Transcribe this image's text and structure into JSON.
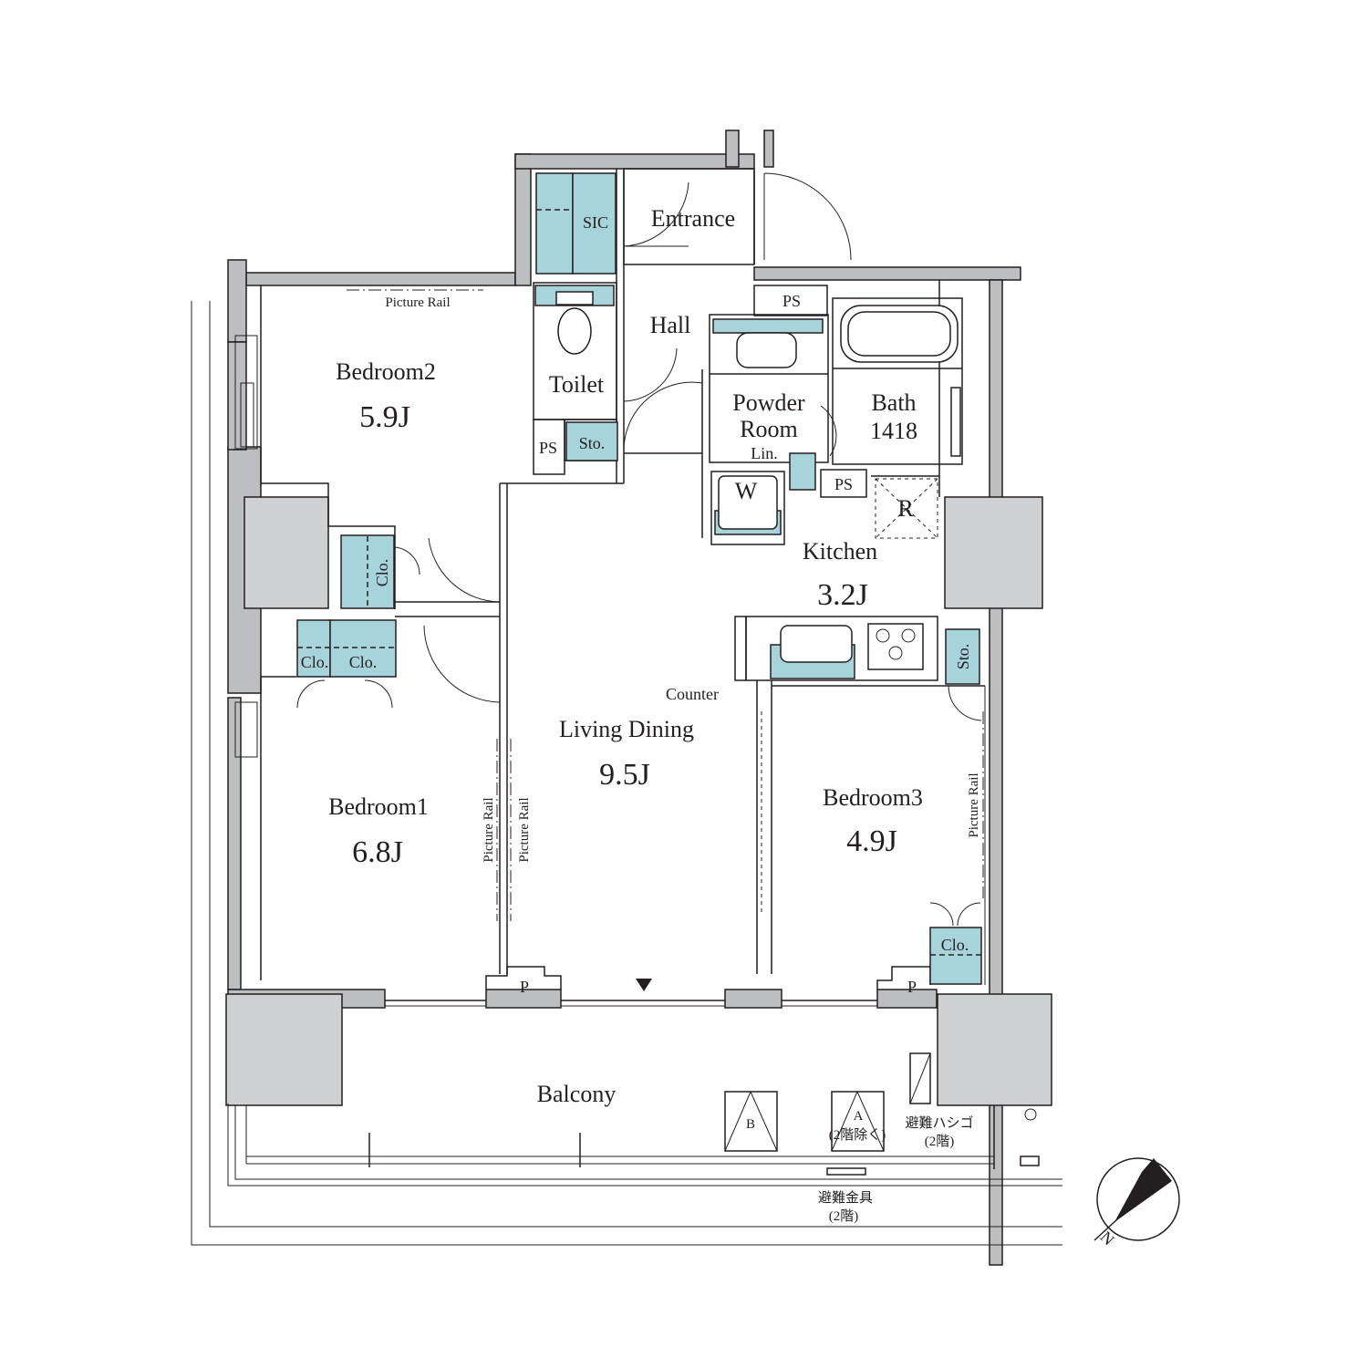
{
  "rooms": {
    "entrance": "Entrance",
    "sic": "SIC",
    "hall": "Hall",
    "toilet": "Toilet",
    "ps_top": "PS",
    "ps_left": "PS",
    "ps_right": "PS",
    "sto_hall": "Sto.",
    "powder_room_1": "Powder",
    "powder_room_2": "Room",
    "lin": "Lin.",
    "washer": "W",
    "bath": "Bath",
    "bath_size": "1418",
    "fridge": "R",
    "kitchen": "Kitchen",
    "kitchen_size": "3.2J",
    "sto_kitchen": "Sto.",
    "counter": "Counter",
    "bedroom2": "Bedroom2",
    "bedroom2_size": "5.9J",
    "bedroom1": "Bedroom1",
    "bedroom1_size": "6.8J",
    "bedroom3": "Bedroom3",
    "bedroom3_size": "4.9J",
    "living": "Living Dining",
    "living_size": "9.5J",
    "clo_b2": "Clo.",
    "clo_b1a": "Clo.",
    "clo_b1b": "Clo.",
    "clo_b3": "Clo.",
    "picture_rail_top": "Picture Rail",
    "picture_rail_left1": "Picture Rail",
    "picture_rail_left2": "Picture Rail",
    "picture_rail_right": "Picture Rail",
    "pipe_left": "P",
    "pipe_right": "P",
    "balcony": "Balcony"
  },
  "balcony_items": {
    "unit_b": "B",
    "unit_a": "A",
    "unit_a_note": "(2階除く)",
    "ladder_1": "避難ハシゴ",
    "ladder_2": "(2階)",
    "fitting_1": "避難金具",
    "fitting_2": "(2階)"
  },
  "compass": {
    "label": "N",
    "icon": "north-arrow-icon"
  },
  "colors": {
    "storage_fill": "#a7d3db",
    "column_fill": "#cfd0d2",
    "wall_fill": "#bcbec0",
    "ink": "#231f20"
  }
}
